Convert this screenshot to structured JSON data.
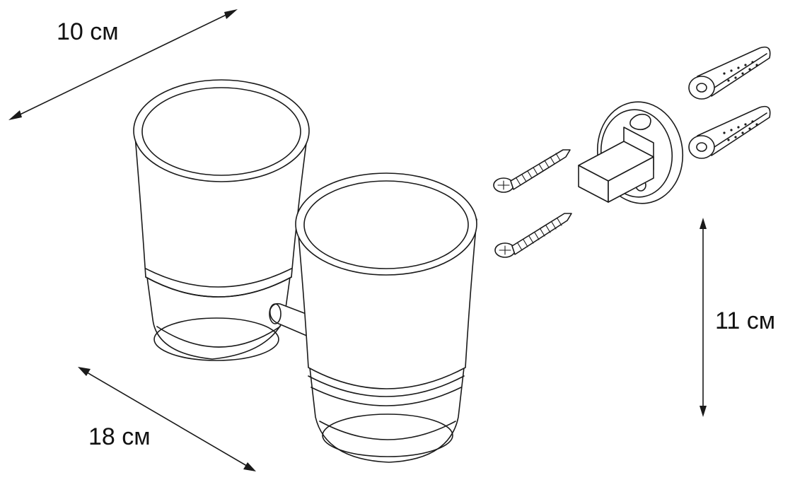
{
  "dimensions": {
    "width_label": "10 см",
    "length_label": "18 см",
    "height_label": "11 см"
  },
  "parts": {
    "cups": 2,
    "screws": 2,
    "wall_plugs": 2,
    "wall_mounts": 1
  }
}
